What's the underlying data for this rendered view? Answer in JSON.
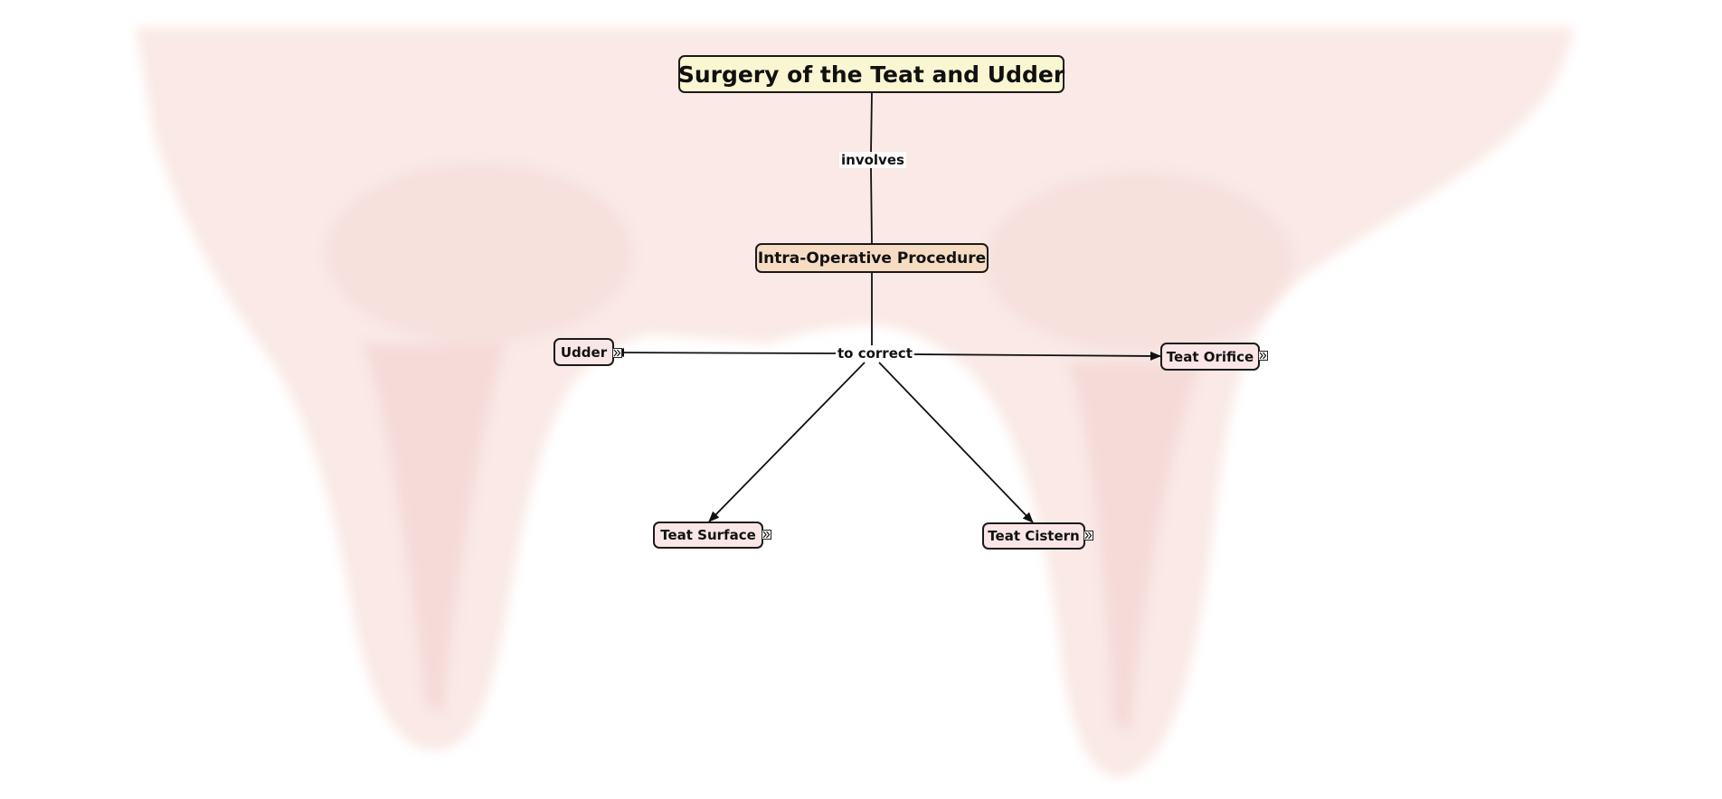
{
  "concept_map": {
    "root": {
      "label": "Surgery of the Teat and Udder"
    },
    "link_involves": {
      "label": "involves"
    },
    "procedure": {
      "label": "Intra-Operative Procedure"
    },
    "link_correct": {
      "label": "to correct"
    },
    "targets": [
      {
        "label": "Udder"
      },
      {
        "label": "Teat Orifice"
      },
      {
        "label": "Teat Surface"
      },
      {
        "label": "Teat Cistern"
      }
    ]
  },
  "colors": {
    "root_fill": "#fbf6d2",
    "procedure_fill": "#f7dcc4",
    "target_fill": "#fae6e6",
    "background_tint": "#f3c9c4"
  }
}
